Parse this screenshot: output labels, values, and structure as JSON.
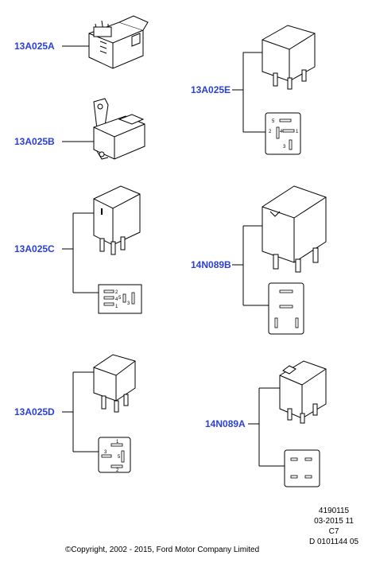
{
  "parts": [
    {
      "id": "a",
      "label": "13A025A"
    },
    {
      "id": "b",
      "label": "13A025B"
    },
    {
      "id": "c",
      "label": "13A025C"
    },
    {
      "id": "d",
      "label": "13A025D"
    },
    {
      "id": "e",
      "label": "13A025E"
    },
    {
      "id": "f",
      "label": "14N089B"
    },
    {
      "id": "g",
      "label": "14N089A"
    }
  ],
  "pins": {
    "e": [
      "5",
      "2",
      "4",
      "1",
      "3"
    ],
    "c": [
      "2",
      "5",
      "4",
      "3",
      "1"
    ],
    "d": [
      "1",
      "3",
      "5",
      "2"
    ]
  },
  "footer": {
    "line1": "4190115",
    "line2": "03-2015 11",
    "line3": "C7",
    "line4": "D 0101144 05",
    "copyright": "©Copyright, 2002 - 2015, Ford Motor Company Limited"
  },
  "colors": {
    "label": "#2a3fd6",
    "line": "#000000"
  }
}
